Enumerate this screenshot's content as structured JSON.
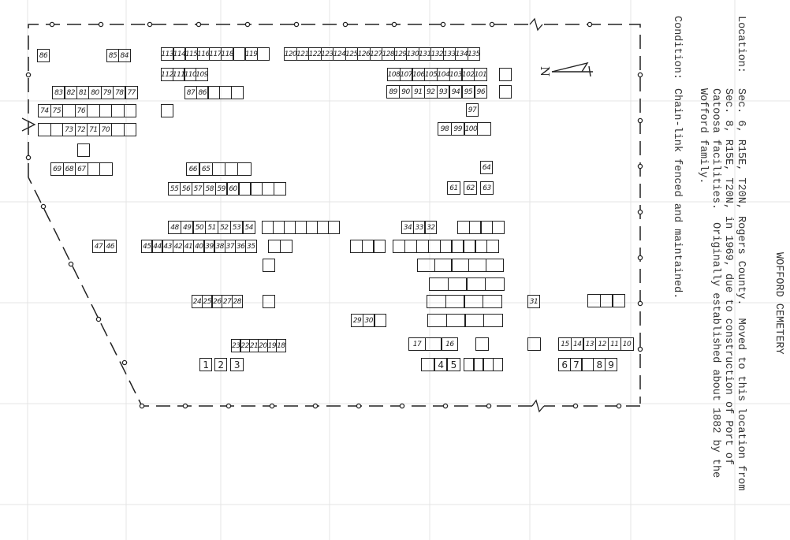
{
  "title": "WOFFORD CEMETERY",
  "location": {
    "label": "Location:",
    "lines": [
      "Sec. 6, R15E, T20N, Rogers County.  Moved to this location from",
      "Sec. 8, R15E, T20N, in 1969, due to construction of Port of",
      "Catoosa facilities.  Originally established about 1882 by the",
      "Wofford family."
    ]
  },
  "condition": {
    "label": "Condition:",
    "text": "Chain-link fenced and maintained."
  },
  "north_arrow_label": "N",
  "plots": {
    "rows": [
      {
        "cells": [
          "86"
        ]
      },
      {
        "cells": [
          "85",
          "84"
        ]
      },
      {
        "cells": [
          "113",
          "114",
          "115",
          "116",
          "117",
          "118",
          "",
          "119",
          ""
        ]
      },
      {
        "cells": [
          "120",
          "121",
          "122",
          "123",
          "124",
          "125",
          "126",
          "127",
          "128",
          "129",
          "130",
          "131",
          "132",
          "133",
          "134",
          "135"
        ]
      },
      {
        "cells": [
          "112",
          "111",
          "110",
          "109"
        ]
      },
      {
        "cells": [
          "108",
          "107",
          "106",
          "105",
          "104",
          "103",
          "102",
          "101"
        ]
      },
      {
        "cells": [
          ""
        ]
      },
      {
        "cells": [
          "83",
          "82",
          "81",
          "80",
          "79",
          "78",
          "77"
        ]
      },
      {
        "cells": [
          "87",
          "86",
          "",
          "",
          ""
        ]
      },
      {
        "cells": [
          "89",
          "90",
          "91",
          "92",
          "93",
          "94",
          "95",
          "96"
        ]
      },
      {
        "cells": [
          ""
        ]
      },
      {
        "cells": [
          "74",
          "75",
          "",
          "76",
          "",
          "",
          "",
          ""
        ]
      },
      {
        "cells": [
          ""
        ]
      },
      {
        "cells": [
          "97"
        ]
      },
      {
        "cells": [
          "",
          "",
          "73",
          "72",
          "71",
          "70",
          "",
          ""
        ]
      },
      {
        "cells": [
          "98",
          "99",
          "100",
          ""
        ]
      },
      {
        "cells": [
          ""
        ]
      },
      {
        "cells": [
          "69",
          "68",
          "67",
          "",
          ""
        ]
      },
      {
        "cells": [
          "66",
          "65",
          "",
          "",
          ""
        ]
      },
      {
        "cells": [
          "64"
        ]
      },
      {
        "cells": [
          "55",
          "56",
          "57",
          "58",
          "59",
          "60",
          "",
          "",
          "",
          ""
        ]
      },
      {
        "cells": [
          "61"
        ]
      },
      {
        "cells": [
          "62"
        ]
      },
      {
        "cells": [
          "63"
        ]
      },
      {
        "cells": [
          "48",
          "49",
          "50",
          "51",
          "52",
          "53",
          "54"
        ]
      },
      {
        "cells": [
          "",
          "",
          "",
          "",
          "",
          "",
          ""
        ]
      },
      {
        "cells": [
          "34",
          "33",
          "32"
        ]
      },
      {
        "cells": [
          "",
          "",
          "",
          ""
        ]
      },
      {
        "cells": [
          "47",
          "46"
        ]
      },
      {
        "cells": [
          "45",
          "44",
          "43",
          "42",
          "41",
          "40",
          "39",
          "38",
          "37",
          "36",
          "35"
        ]
      },
      {
        "cells": [
          "",
          ""
        ]
      },
      {
        "cells": [
          "",
          "",
          ""
        ]
      },
      {
        "cells": [
          "",
          "",
          "",
          "",
          "",
          "",
          "",
          "",
          ""
        ]
      },
      {
        "cells": [
          ""
        ]
      },
      {
        "cells": [
          "",
          "",
          "",
          "",
          ""
        ]
      },
      {
        "cells": [
          "",
          "",
          "",
          ""
        ]
      },
      {
        "cells": [
          "24",
          "25",
          "26",
          "27",
          "28"
        ]
      },
      {
        "cells": [
          ""
        ]
      },
      {
        "cells": [
          "",
          "",
          "",
          ""
        ]
      },
      {
        "cells": [
          "31"
        ]
      },
      {
        "cells": [
          "",
          "",
          ""
        ]
      },
      {
        "cells": [
          "29",
          "30",
          ""
        ]
      },
      {
        "cells": [
          "",
          "",
          "",
          ""
        ]
      },
      {
        "cells": [
          "23",
          "22",
          "21",
          "20",
          "19",
          "18"
        ]
      },
      {
        "cells": [
          "17",
          "",
          "16"
        ]
      },
      {
        "cells": [
          ""
        ]
      },
      {
        "cells": [
          ""
        ]
      },
      {
        "cells": [
          "15",
          "14",
          "13",
          "12",
          "11",
          "10"
        ]
      },
      {
        "cells": [
          "1"
        ]
      },
      {
        "cells": [
          "2"
        ]
      },
      {
        "cells": [
          "3"
        ]
      },
      {
        "cells": [
          "",
          "4",
          "5"
        ]
      },
      {
        "cells": [
          "",
          "",
          "",
          ""
        ]
      },
      {
        "cells": [
          "6",
          "7",
          "",
          "8",
          "9"
        ]
      }
    ]
  }
}
